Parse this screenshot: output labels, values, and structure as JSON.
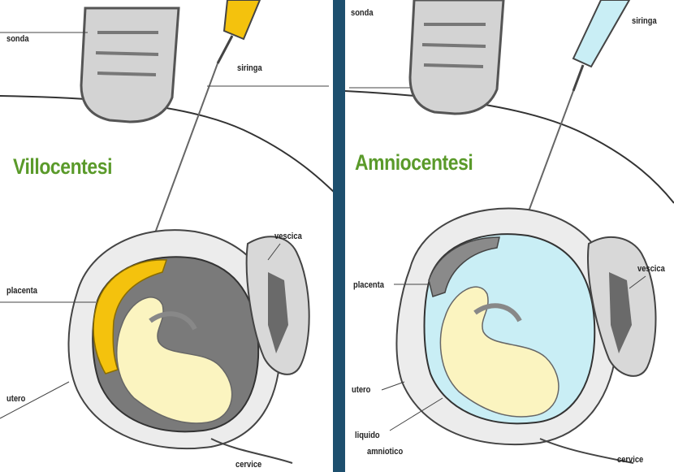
{
  "left_panel": {
    "title": "Villocentesi",
    "labels": {
      "sonda": "sonda",
      "siringa": "siringa",
      "vescica": "vescica",
      "placenta": "placenta",
      "utero": "utero",
      "cervice": "cervice"
    }
  },
  "right_panel": {
    "title": "Amniocentesi",
    "labels": {
      "sonda": "sonda",
      "siringa": "siringa",
      "vescica": "vescica",
      "placenta": "placenta",
      "utero": "utero",
      "liquido_1": "liquido",
      "liquido_2": "amniotico",
      "cervice": "cervice"
    }
  },
  "colors": {
    "title_green": "#5a9a2a",
    "divider": "#1d4f6e",
    "placenta_yellow": "#f4c20d",
    "fetus": "#fbf4c0",
    "amniotic_fluid": "#c9eef5",
    "uterus_cavity_dark": "#7a7a7a"
  }
}
